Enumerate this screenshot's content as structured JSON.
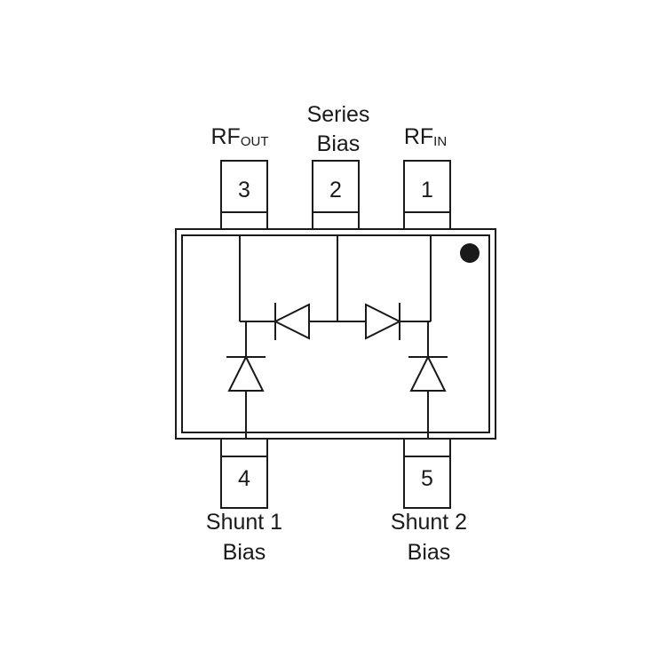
{
  "pins": [
    {
      "number": "3",
      "label_main": "RF",
      "label_sub": "OUT"
    },
    {
      "number": "2",
      "label_line1": "Series",
      "label_line2": "Bias"
    },
    {
      "number": "1",
      "label_main": "RF",
      "label_sub": "IN"
    },
    {
      "number": "4",
      "label_line1": "Shunt 1",
      "label_line2": "Bias"
    },
    {
      "number": "5",
      "label_line1": "Shunt 2",
      "label_line2": "Bias"
    }
  ],
  "colors": {
    "line": "#1a1a1a",
    "background": "#ffffff"
  },
  "pin1_marker": "dot"
}
